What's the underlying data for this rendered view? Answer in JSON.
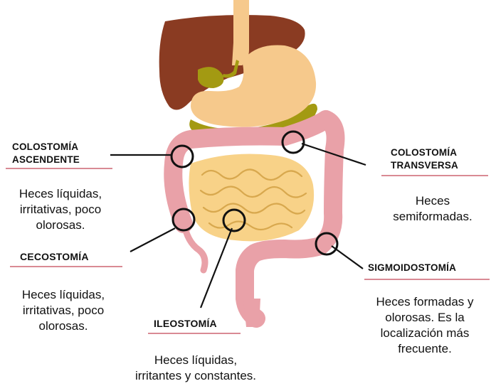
{
  "labels": {
    "colostomia_ascendente": {
      "line1": "COLOSTOMÍA",
      "line2": "ASCENDENTE"
    },
    "cecostomia": {
      "line1": "CECOSTOMÍA"
    },
    "ileostomia": {
      "line1": "ILEOSTOMÍA"
    },
    "colostomia_transversa": {
      "line1": "COLOSTOMÍA",
      "line2": "TRANSVERSA"
    },
    "sigmoidostomia": {
      "line1": "SIGMOIDOSTOMÍA"
    }
  },
  "descriptions": {
    "colostomia_ascendente": {
      "lines": [
        "Heces líquidas,",
        "irritativas, poco",
        "olorosas."
      ]
    },
    "cecostomia": {
      "lines": [
        "Heces líquidas,",
        "irritativas, poco",
        "olorosas."
      ]
    },
    "ileostomia": {
      "lines": [
        "Heces líquidas,",
        "irritantes y constantes."
      ]
    },
    "colostomia_transversa": {
      "lines": [
        "Heces",
        "semiformadas."
      ]
    },
    "sigmoidostomia": {
      "lines": [
        "Heces formadas y",
        "olorosas. Es la",
        "localización más",
        "frecuente."
      ]
    }
  },
  "colors": {
    "liver": "#8a3b22",
    "stomach": "#f6c98c",
    "colon": "#e9a1a8",
    "small_intestine": "#f8d288",
    "gallbladder": "#a39a12",
    "underline": "#d98a94"
  },
  "icons": [
    "stoma-marker-ring"
  ]
}
